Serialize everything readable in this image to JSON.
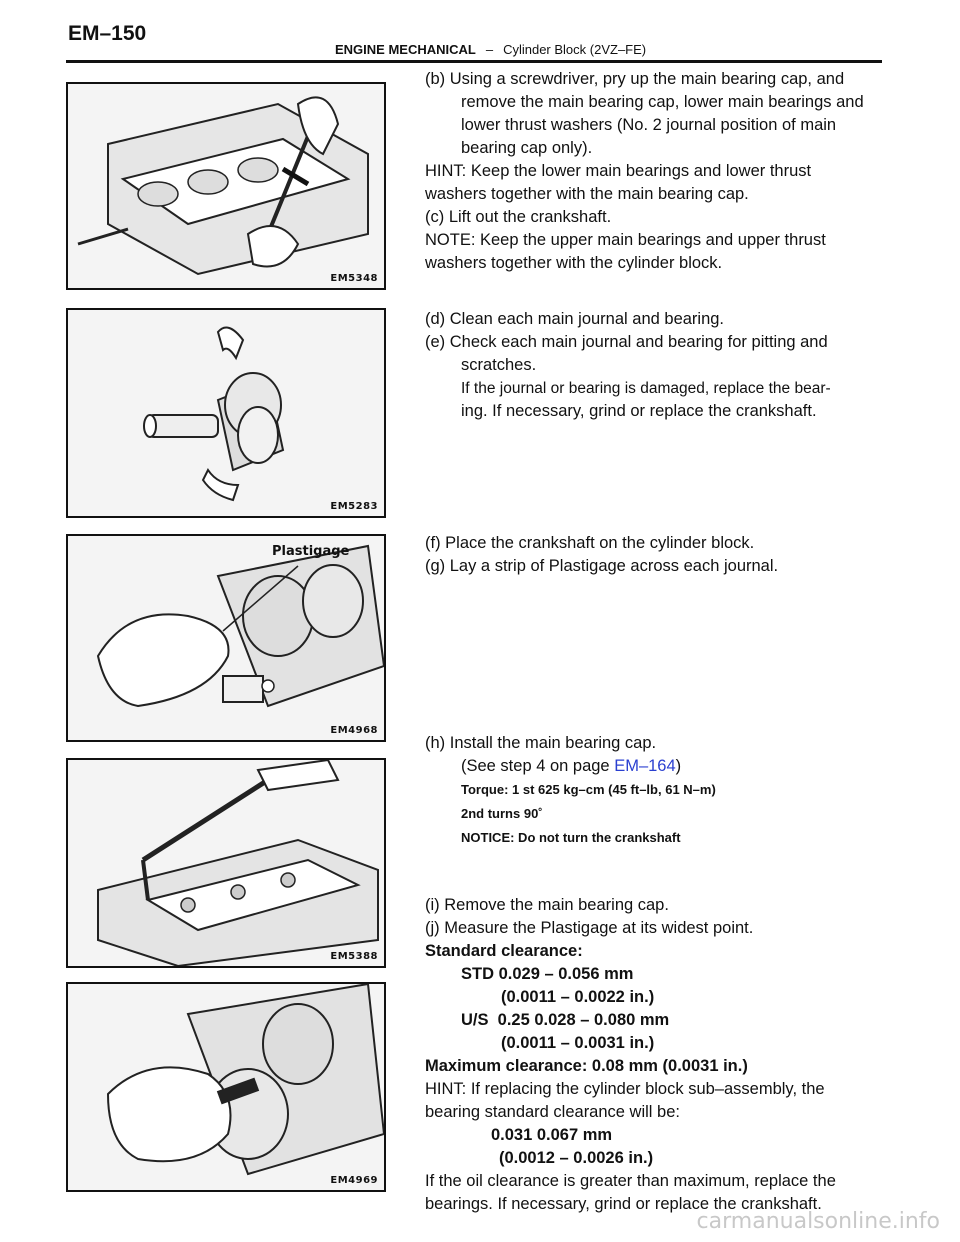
{
  "header": {
    "page_number": "EM–150",
    "section": "ENGINE MECHANICAL",
    "separator": "–",
    "subsection": "Cylinder Block (2VZ–FE)"
  },
  "figures": {
    "fig1_code": "EM5348",
    "fig2_code": "EM5283",
    "fig3_code": "EM4968",
    "fig3_label": "Plastigage",
    "fig4_code": "EM5388",
    "fig5_code": "EM4969"
  },
  "block1": {
    "b_line": "(b) Using a screwdriver, pry up the main bearing cap, and remove the main bearing cap, lower main bearings and lower thrust washers (No. 2 journal position of main bearing cap only).",
    "hint": "HINT: Keep the lower main bearings and lower thrust washers together with the main bearing cap.",
    "c_line": "(c) Lift out the crankshaft.",
    "note": "NOTE: Keep the upper main bearings and upper thrust washers together with the cylinder block."
  },
  "block2": {
    "d_line": "(d) Clean each main journal and bearing.",
    "e_line": "(e) Check each main journal and bearing for pitting and scratches.",
    "e_detail1": "If the journal or bearing is damaged, replace the bear-",
    "e_detail2": "ing. If necessary, grind or replace the crankshaft."
  },
  "block3": {
    "f_line": "(f) Place the crankshaft on the cylinder block.",
    "g_line": "(g) Lay a strip of Plastigage across each journal."
  },
  "block4": {
    "h_line": "(h) Install the main bearing cap.",
    "see_prefix": "(See step 4 on page ",
    "see_link": "EM–164",
    "see_suffix": ")",
    "torque": "Torque: 1 st 625 kg–cm (45 ft–lb, 61 N–m)",
    "turns": "2nd turns 90˚",
    "notice": "NOTICE: Do not turn the crankshaft"
  },
  "block5": {
    "i_line": "(i) Remove the main bearing cap.",
    "j_line": "(j) Measure the Plastigage at its widest point.",
    "std_heading": "Standard clearance:",
    "std_line1": "STD 0.029 – 0.056 mm",
    "std_line2": "(0.0011 – 0.0022 in.)",
    "us_line1": "U/S  0.25 0.028 – 0.080 mm",
    "us_line2": "(0.0011 – 0.0031 in.)",
    "max": "Maximum clearance: 0.08 mm (0.0031 in.)",
    "hint": "HINT: If replacing the cylinder block sub–assembly, the bearing standard clearance will be:",
    "sub_line1": "0.031 0.067 mm",
    "sub_line2": "(0.0012 – 0.0026 in.)",
    "final": "If the oil clearance is greater than maximum, replace the bearings. If necessary, grind or replace the crankshaft."
  },
  "watermark": "carmanualsonline.info"
}
